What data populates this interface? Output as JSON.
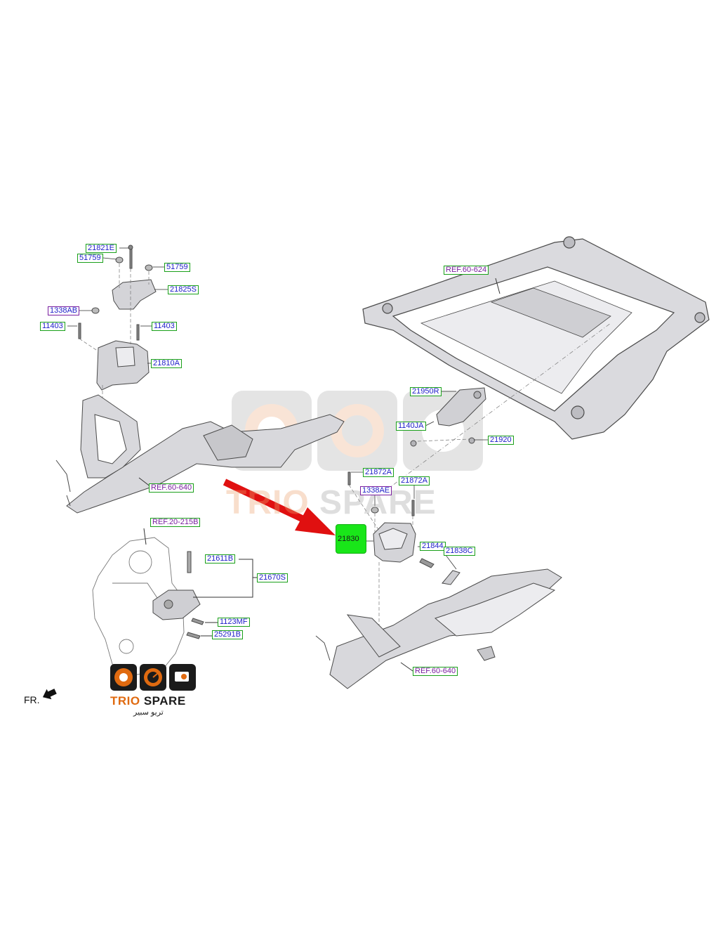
{
  "labels": {
    "p21821E": "21821E",
    "p51759_a": "51759",
    "p51759_b": "51759",
    "p21825S": "21825S",
    "p1338AB": "1338AB",
    "p11403_a": "11403",
    "p11403_b": "11403",
    "p21810A": "21810A",
    "ref60624": "REF.60-624",
    "p21950R": "21950R",
    "p1140JA": "1140JA",
    "p21920": "21920",
    "ref60640_a": "REF.60-640",
    "p21872A_a": "21872A",
    "p21872A_b": "21872A",
    "p1338AE": "1338AE",
    "p21830": "21830",
    "p21844": "21844",
    "p21838C": "21838C",
    "ref20215B": "REF.20-215B",
    "p21611B": "21611B",
    "p21670S": "21670S",
    "p1123MF": "1123MF",
    "p25291B": "25291B",
    "ref60640_b": "REF.60-640"
  },
  "fr_label": "FR.",
  "brand": {
    "word1": "TRIO",
    "word2": "SPARE",
    "arabic": "تريو سبير"
  },
  "watermark": {
    "word1": "TRIO",
    "word2": "SPARE"
  },
  "colors": {
    "highlight": "#19e619",
    "arrow": "#e01010",
    "label_text": "#1d1dc8",
    "ref_text": "#7a1fa0",
    "label_border": "#1aa01a",
    "part_fill": "#d9d9dc",
    "part_stroke": "#555555",
    "brand_orange": "#e06a10"
  },
  "icons": [
    "gauge-icon",
    "speedometer-icon",
    "engine-icon"
  ]
}
